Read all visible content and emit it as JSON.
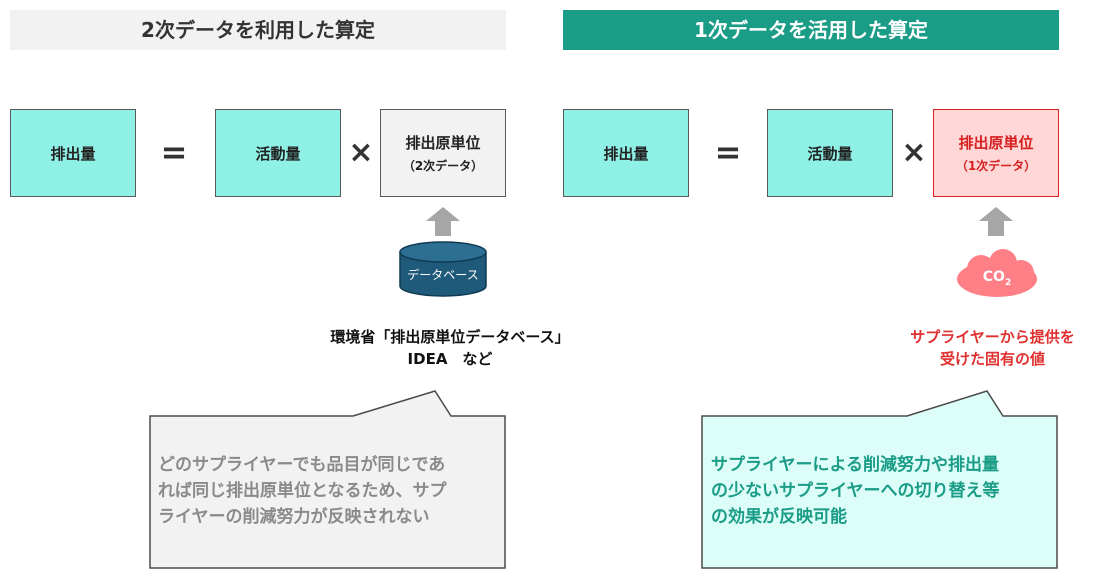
{
  "left": {
    "header": "2次データを利用した算定",
    "emissions": "排出量",
    "activity": "活動量",
    "factor_title": "排出原単位",
    "factor_sub": "（2次データ）",
    "database_label": "データベース",
    "note_line1": "環境省「排出原単位データベース」",
    "note_line2": "IDEA　など",
    "bubble_line1": "どのサプライヤーでも品目が同じであ",
    "bubble_line2": "れば同じ排出原単位となるため、サプ",
    "bubble_line3": "ライヤーの削減努力が反映されない"
  },
  "right": {
    "header": "1次データを活用した算定",
    "emissions": "排出量",
    "activity": "活動量",
    "factor_title": "排出原単位",
    "factor_sub": "（1次データ）",
    "co2_label": "CO",
    "co2_sub": "2",
    "note_line1": "サプライヤーから提供を",
    "note_line2": "受けた固有の値",
    "bubble_line1": "サプライヤーによる削減努力や排出量",
    "bubble_line2": "の少ないサプライヤーへの切り替え等",
    "bubble_line3": "の効果が反映可能"
  },
  "operators": {
    "equals": "=",
    "times": "×"
  },
  "colors": {
    "teal_header": "#1a9c87",
    "teal_box": "#8ff0e6",
    "red_text": "#e03030",
    "db_blue": "#1f5a7a",
    "cloud_pink": "#ff7f87"
  }
}
